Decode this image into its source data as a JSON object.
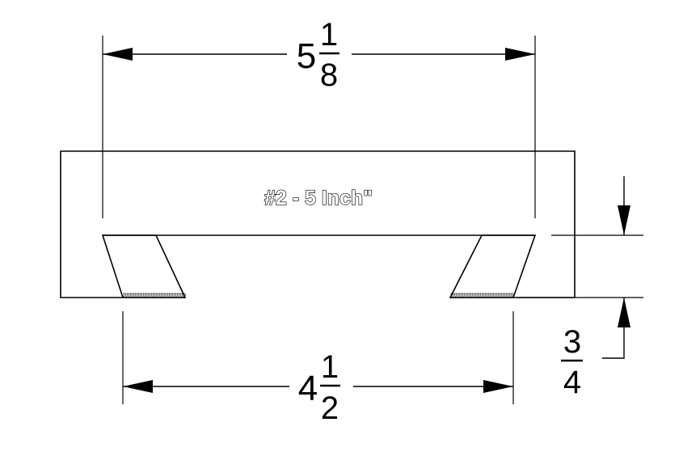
{
  "part_label": "#2 - 5 Inch\"",
  "dimensions": {
    "top_width": {
      "whole": "5",
      "numerator": "1",
      "denominator": "8"
    },
    "bottom_width": {
      "whole": "4",
      "numerator": "1",
      "denominator": "2"
    },
    "depth": {
      "numerator": "3",
      "denominator": "4"
    }
  }
}
